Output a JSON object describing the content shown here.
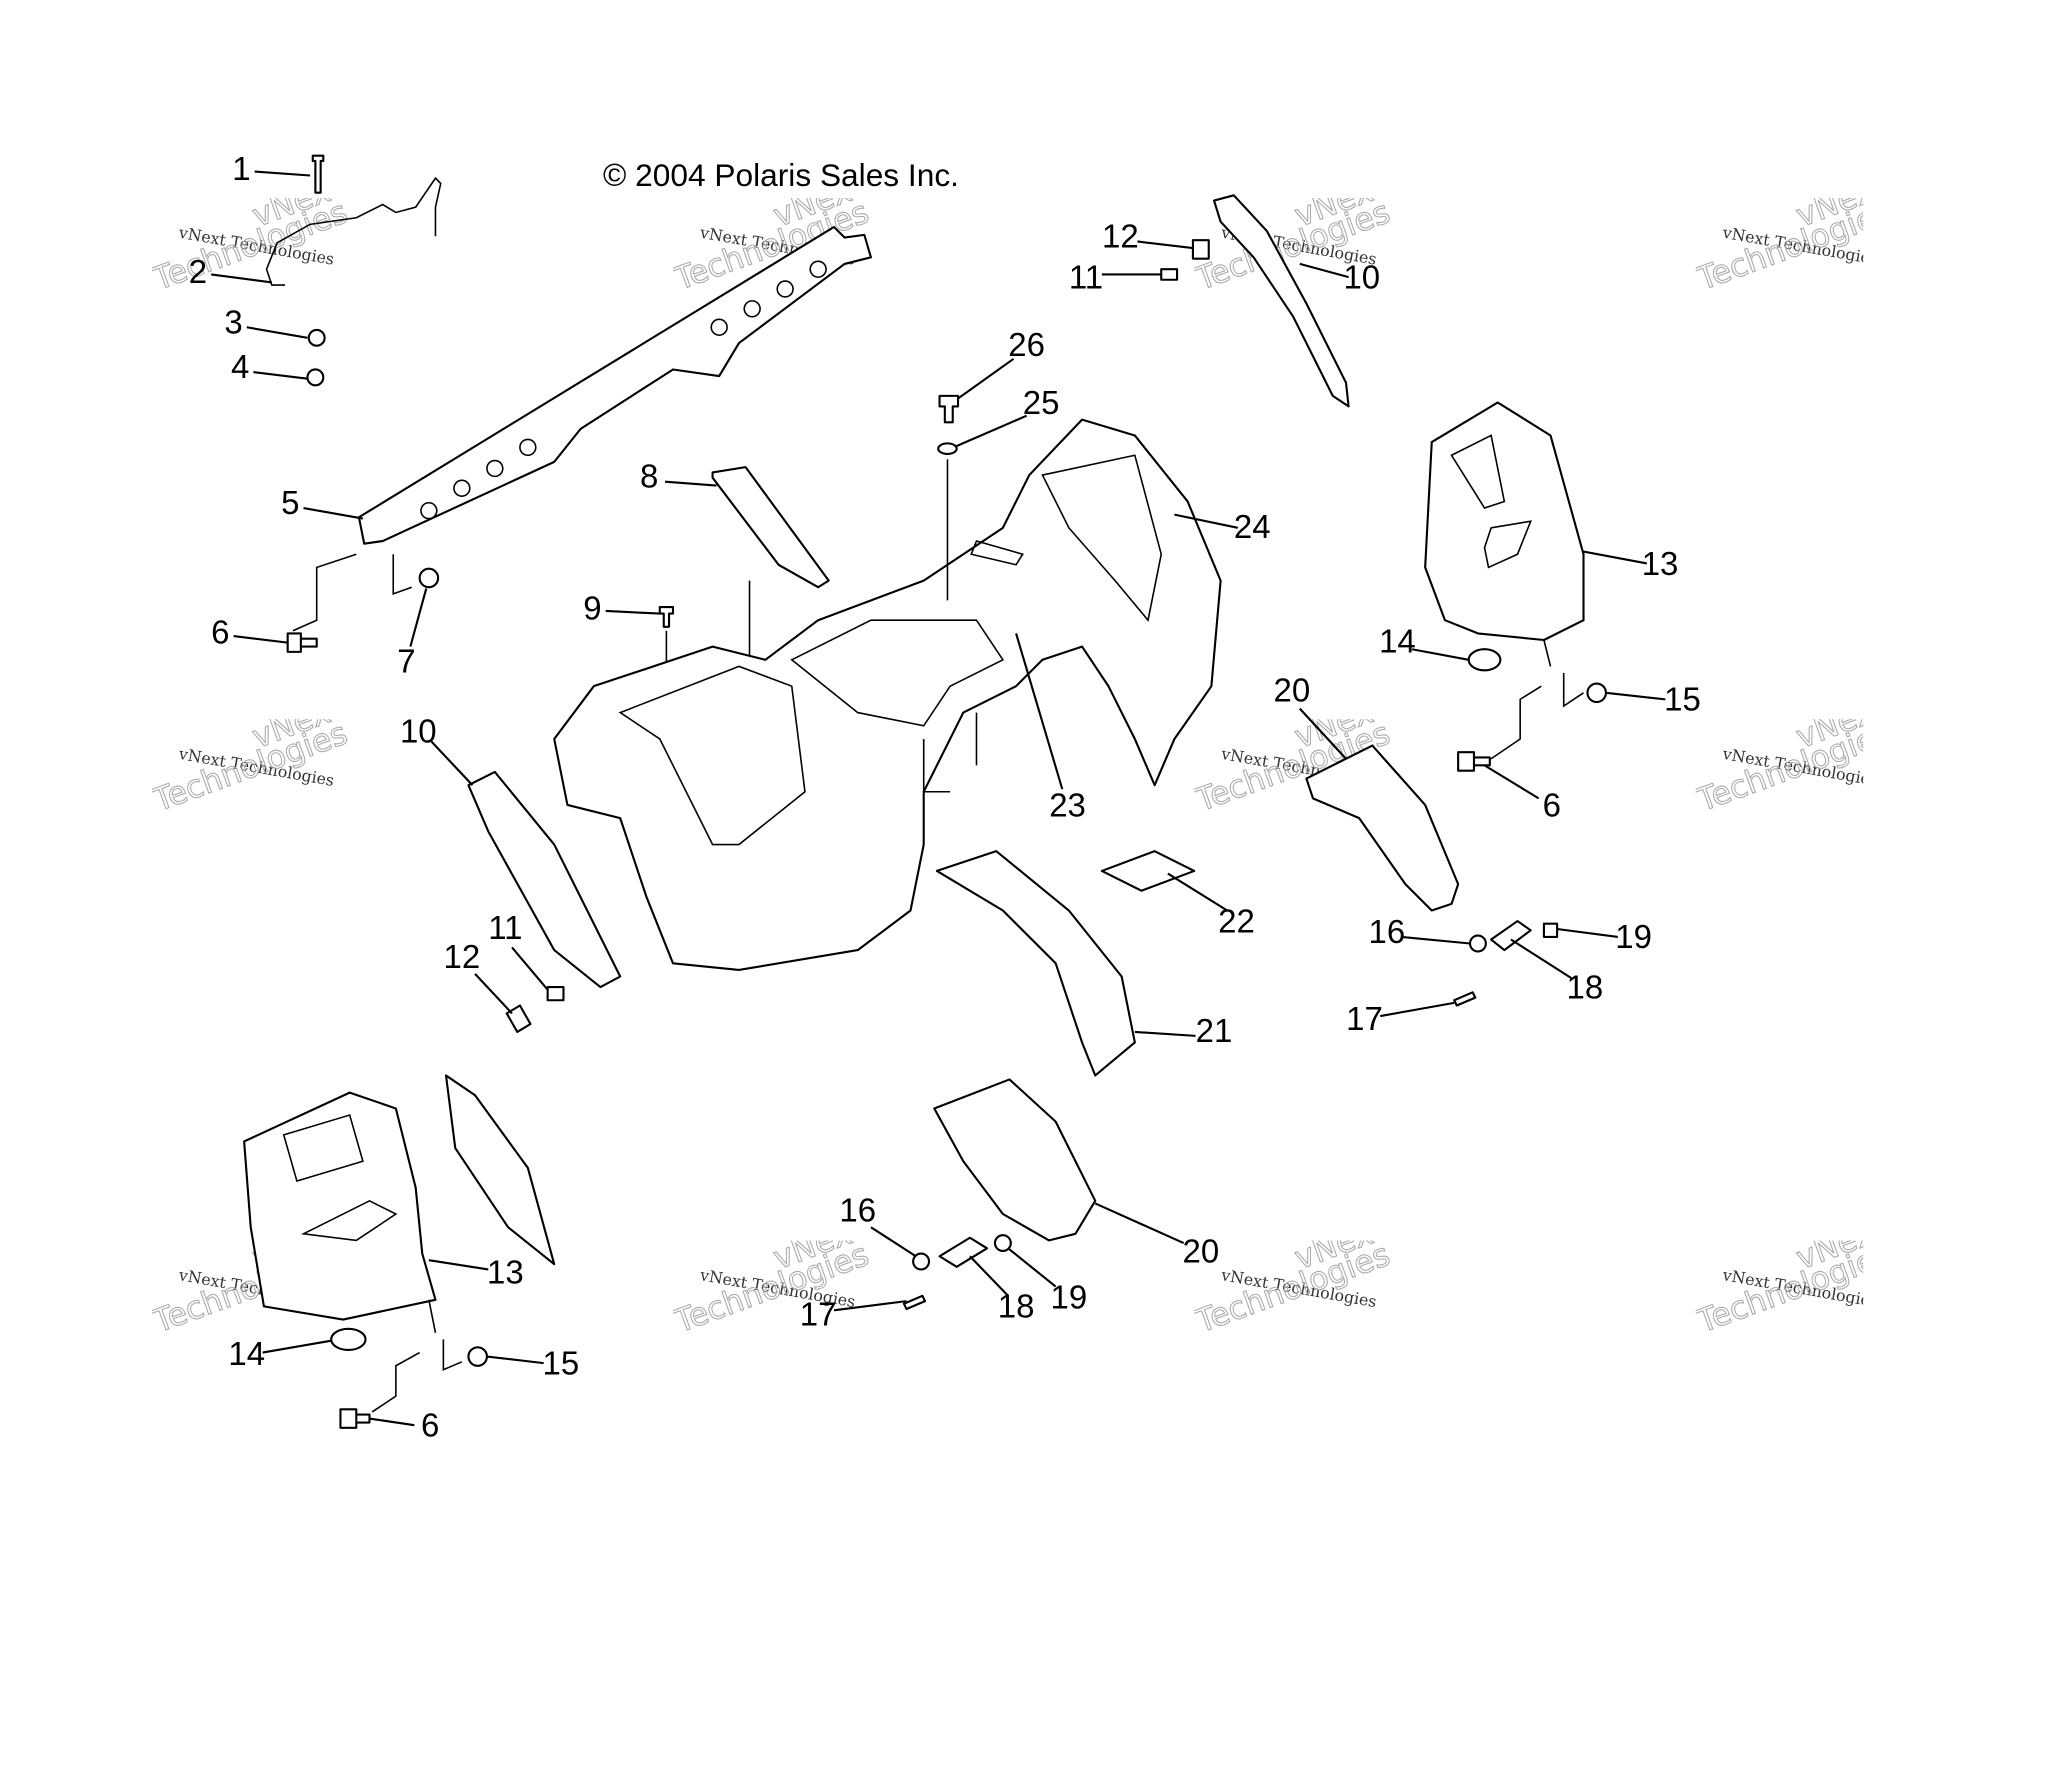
{
  "copyright": "© 2004 Polaris Sales Inc.",
  "watermark": {
    "line1": "vNext",
    "line2": "vNext Technologies",
    "line3": "Technologies"
  },
  "callouts": [
    "1",
    "2",
    "3",
    "4",
    "5",
    "6",
    "7",
    "8",
    "9",
    "10",
    "11",
    "12",
    "12",
    "11",
    "10",
    "26",
    "25",
    "24",
    "13",
    "14",
    "15",
    "20",
    "6",
    "23",
    "22",
    "16",
    "19",
    "18",
    "17",
    "21",
    "13",
    "14",
    "15",
    "6",
    "16",
    "17",
    "18",
    "19",
    "20"
  ]
}
